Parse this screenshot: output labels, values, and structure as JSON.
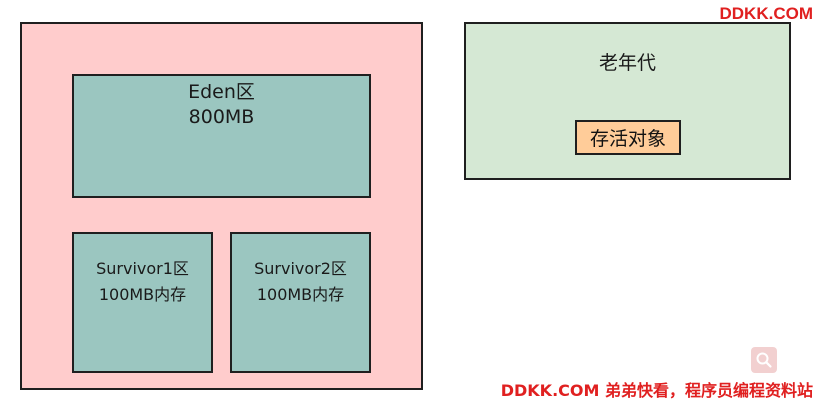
{
  "diagram": {
    "young_gen": {
      "eden": {
        "line1": "Eden区",
        "line2": "800MB"
      },
      "survivor1": {
        "line1": "Survivor1区",
        "line2": "100MB内存"
      },
      "survivor2": {
        "line1": "Survivor2区",
        "line2": "100MB内存"
      }
    },
    "old_gen": {
      "title": "老年代",
      "object_label": "存活对象"
    }
  },
  "watermark": {
    "top": "DDKK.COM",
    "bottom": "DDKK.COM 弟弟快看，程序员编程资料站"
  },
  "icons": {
    "zoom": "magnifier-icon"
  },
  "colors": {
    "young_gen_fill": "#ffcccc",
    "region_fill": "#9bc6c0",
    "old_gen_fill": "#d5e8d4",
    "object_fill": "#ffcc99",
    "brand_red": "#e02020"
  }
}
